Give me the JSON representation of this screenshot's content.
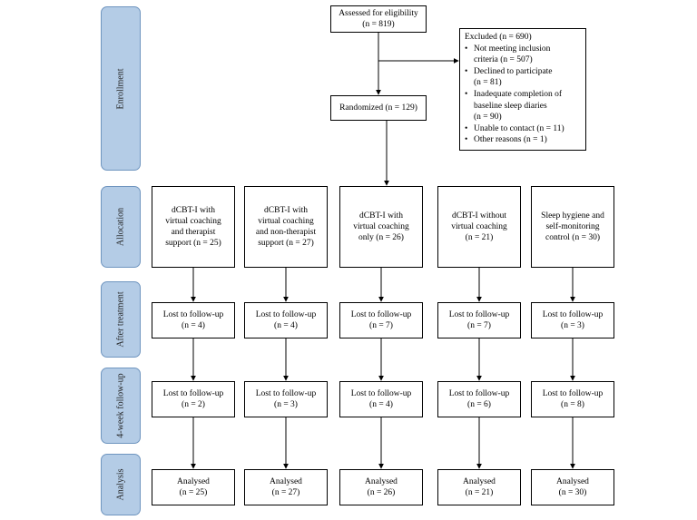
{
  "phases": {
    "enrollment": "Enrollment",
    "allocation": "Allocation",
    "after_treatment": "After treatment",
    "followup": "4-week follow-up",
    "analysis": "Analysis"
  },
  "assessed": {
    "line1": "Assessed for eligibility",
    "line2": "(n = 819)"
  },
  "excluded": {
    "title": "Excluded  (n = 690)",
    "items": [
      [
        "Not meeting inclusion",
        "criteria  (n = 507)"
      ],
      [
        "Declined  to participate",
        "(n = 81)"
      ],
      [
        "Inadequate completion  of",
        "baseline  sleep diaries",
        "(n = 90)"
      ],
      [
        "Unable to contact  (n = 11)"
      ],
      [
        "Other reasons  (n = 1)"
      ]
    ]
  },
  "randomized": {
    "label": "Randomized  (n = 129)"
  },
  "arms": [
    {
      "allocation": [
        "dCBT-I with",
        "virtual coaching",
        "and therapist",
        "support  (n = 25)"
      ],
      "after": [
        "Lost to follow-up",
        "(n = 4)"
      ],
      "followup": [
        "Lost to follow-up",
        "(n = 2)"
      ],
      "analysis": [
        "Analysed",
        "(n = 25)"
      ]
    },
    {
      "allocation": [
        "dCBT-I with",
        "virtual  coaching",
        "and non-therapist",
        "support  (n = 27)"
      ],
      "after": [
        "Lost to follow-up",
        "(n = 4)"
      ],
      "followup": [
        "Lost to follow-up",
        "(n = 3)"
      ],
      "analysis": [
        "Analysed",
        "(n = 27)"
      ]
    },
    {
      "allocation": [
        "dCBT-I with",
        "virtual  coaching",
        "only  (n = 26)"
      ],
      "after": [
        "Lost to follow-up",
        "(n = 7)"
      ],
      "followup": [
        "Lost to follow-up",
        "(n = 4)"
      ],
      "analysis": [
        "Analysed",
        "(n = 26)"
      ]
    },
    {
      "allocation": [
        "dCBT-I without",
        "virtual  coaching",
        "(n = 21)"
      ],
      "after": [
        "Lost to follow-up",
        "(n = 7)"
      ],
      "followup": [
        "Lost to follow-up",
        "(n = 6)"
      ],
      "analysis": [
        "Analysed",
        "(n = 21)"
      ]
    },
    {
      "allocation": [
        "Sleep hygiene  and",
        "self-monitoring",
        "control  (n = 30)"
      ],
      "after": [
        "Lost to follow-up",
        "(n = 3)"
      ],
      "followup": [
        "Lost to follow-up",
        "(n = 8)"
      ],
      "analysis": [
        "Analysed",
        "(n = 30)"
      ]
    }
  ]
}
